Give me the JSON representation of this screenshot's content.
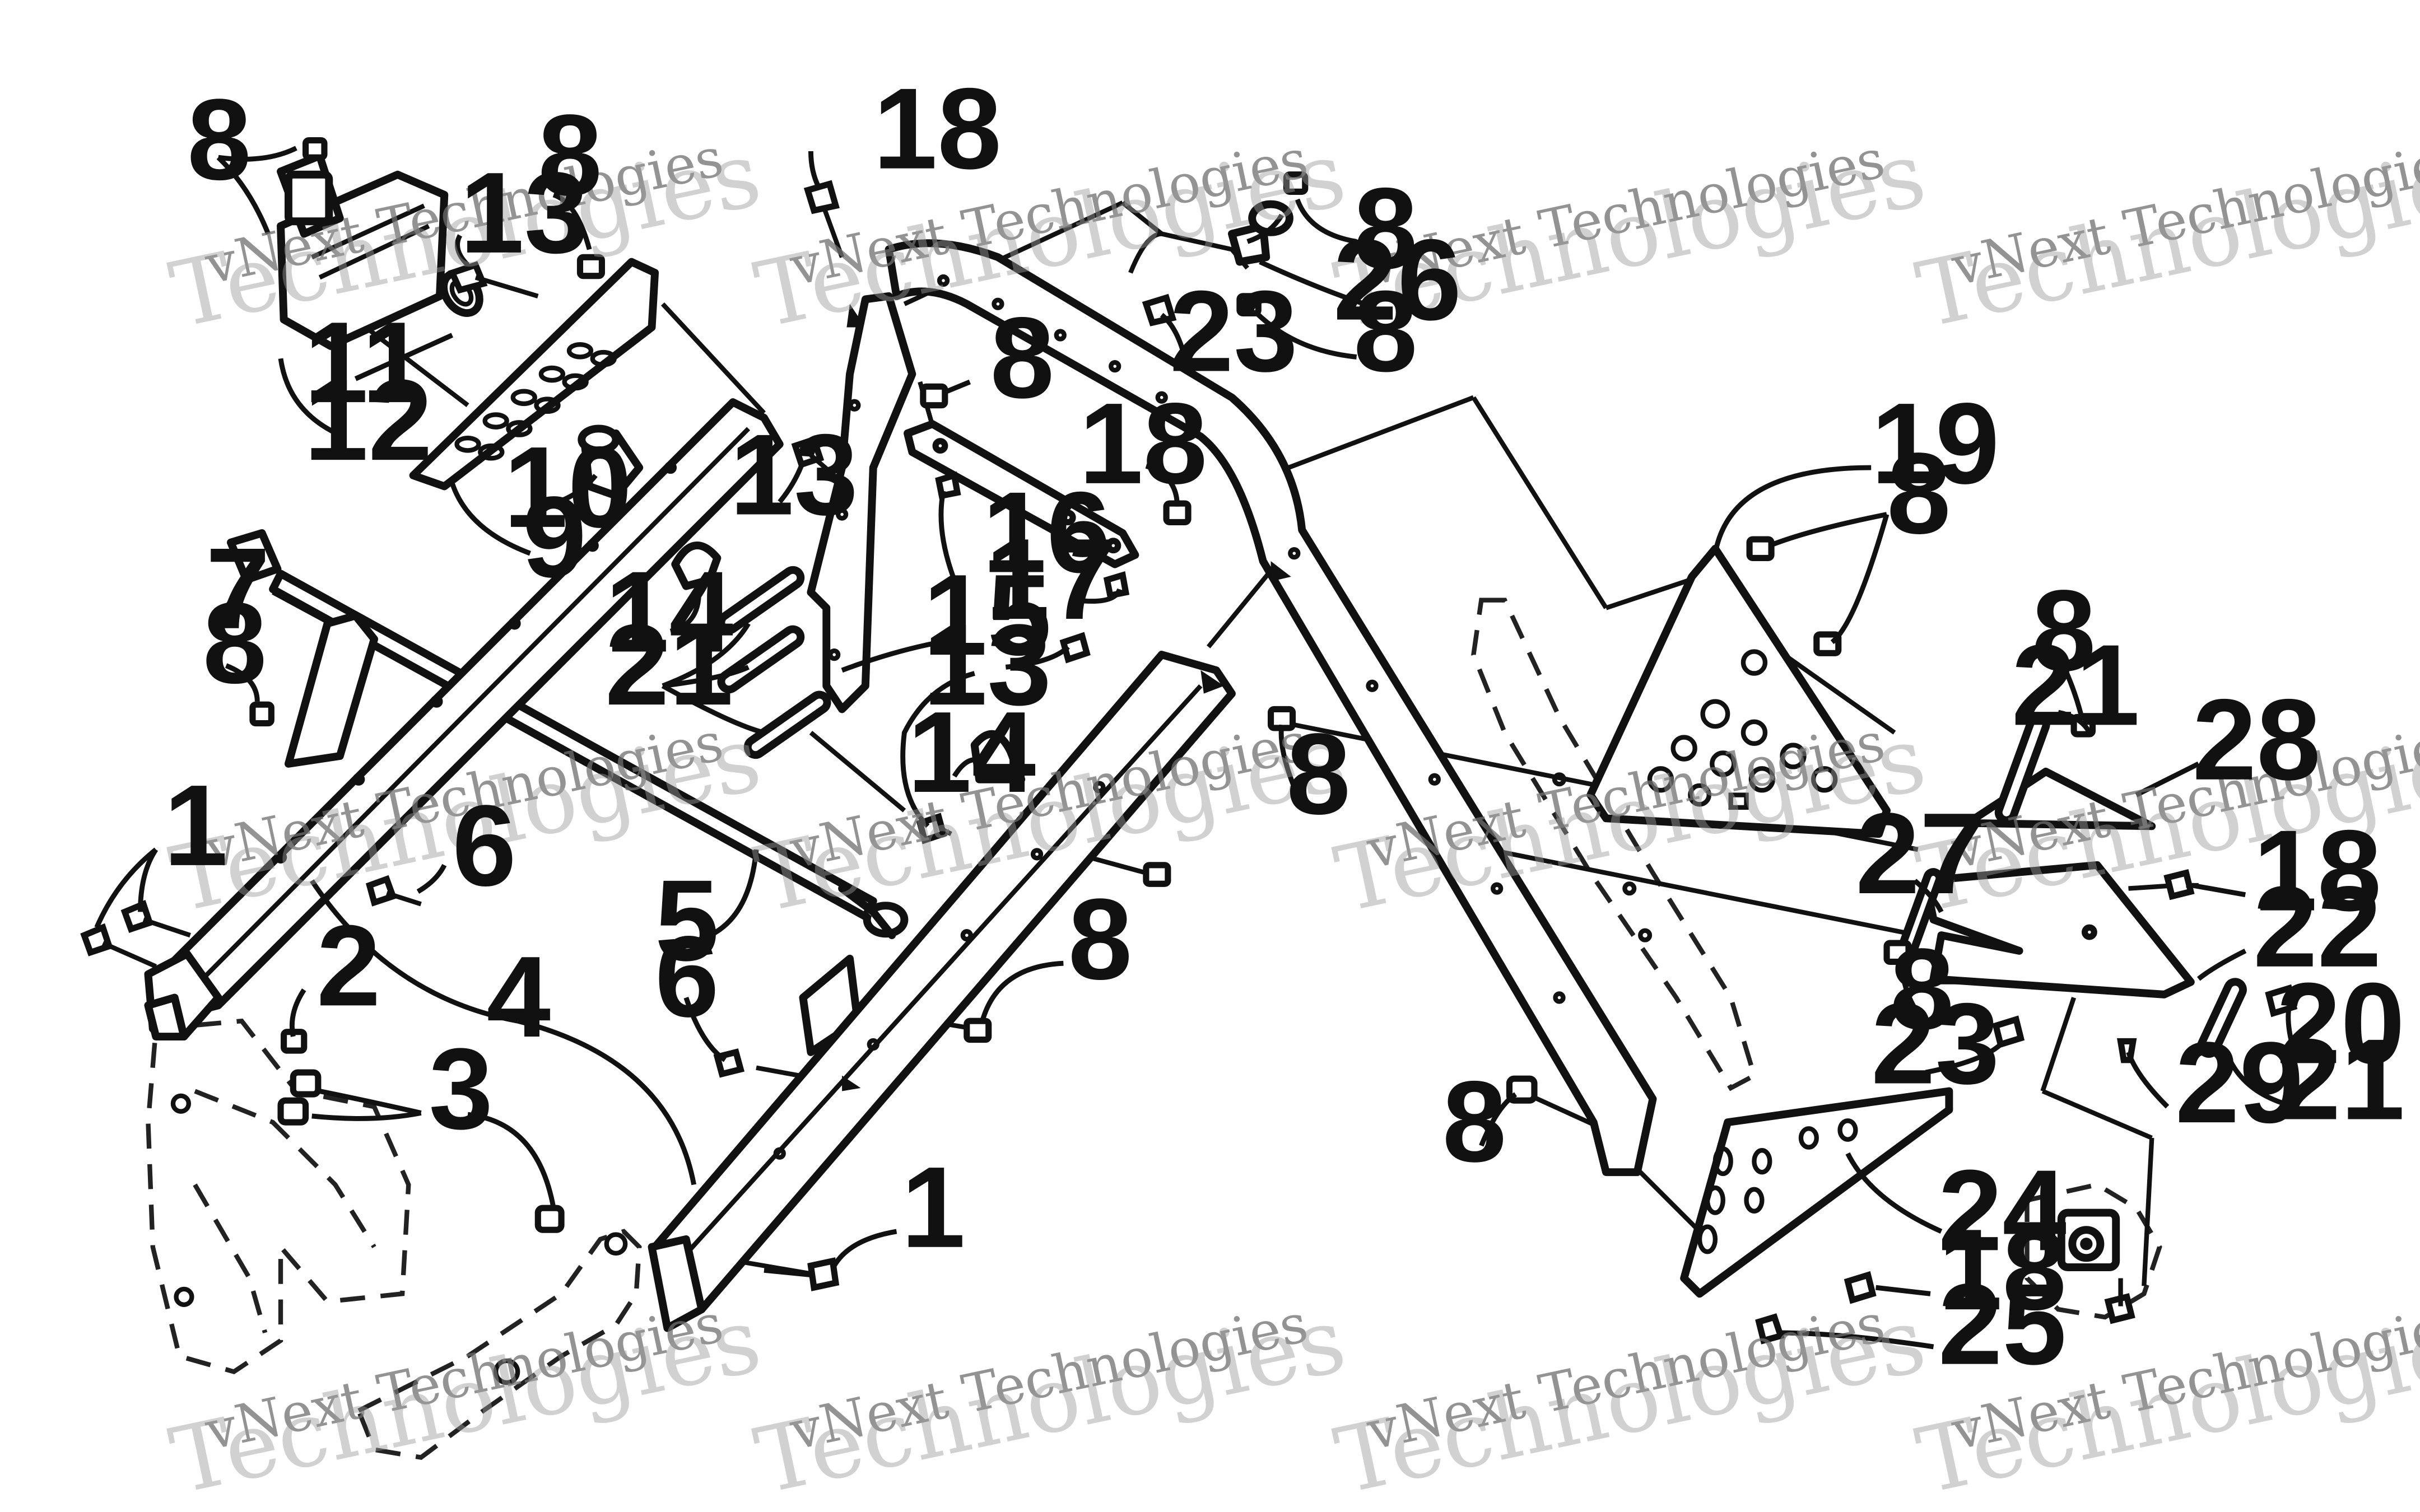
{
  "watermark": {
    "line1": "vNext Technologies",
    "line2": "Technologies",
    "small": "vNext"
  },
  "callouts": {
    "c1a": "1",
    "c1b": "1",
    "c2": "2",
    "c3": "3",
    "c4": "4",
    "c5": "5",
    "c6a": "6",
    "c6b": "6",
    "c7": "7",
    "c8a": "8",
    "c8b": "8",
    "c8c": "8",
    "c8d": "8",
    "c8e": "8",
    "c8f": "8",
    "c8g": "8",
    "c8h": "8",
    "c8i": "8",
    "c8j": "8",
    "c8k": "8",
    "c8l": "8",
    "c8m": "8",
    "c9": "9",
    "c10": "10",
    "c11": "11",
    "c12": "12",
    "c13a": "13",
    "c13b": "13",
    "c13c": "13",
    "c14a": "14",
    "c14b": "14",
    "c15": "15",
    "c16": "16",
    "c17": "17",
    "c18a": "18",
    "c18b": "18",
    "c18c": "18",
    "c18d": "18",
    "c19": "19",
    "c20": "20",
    "c21a": "21",
    "c21b": "21",
    "c21c": "21",
    "c22": "22",
    "c23a": "23",
    "c23b": "23",
    "c24": "24",
    "c25": "25",
    "c26": "26",
    "c27": "27",
    "c28": "28",
    "c29": "29"
  }
}
